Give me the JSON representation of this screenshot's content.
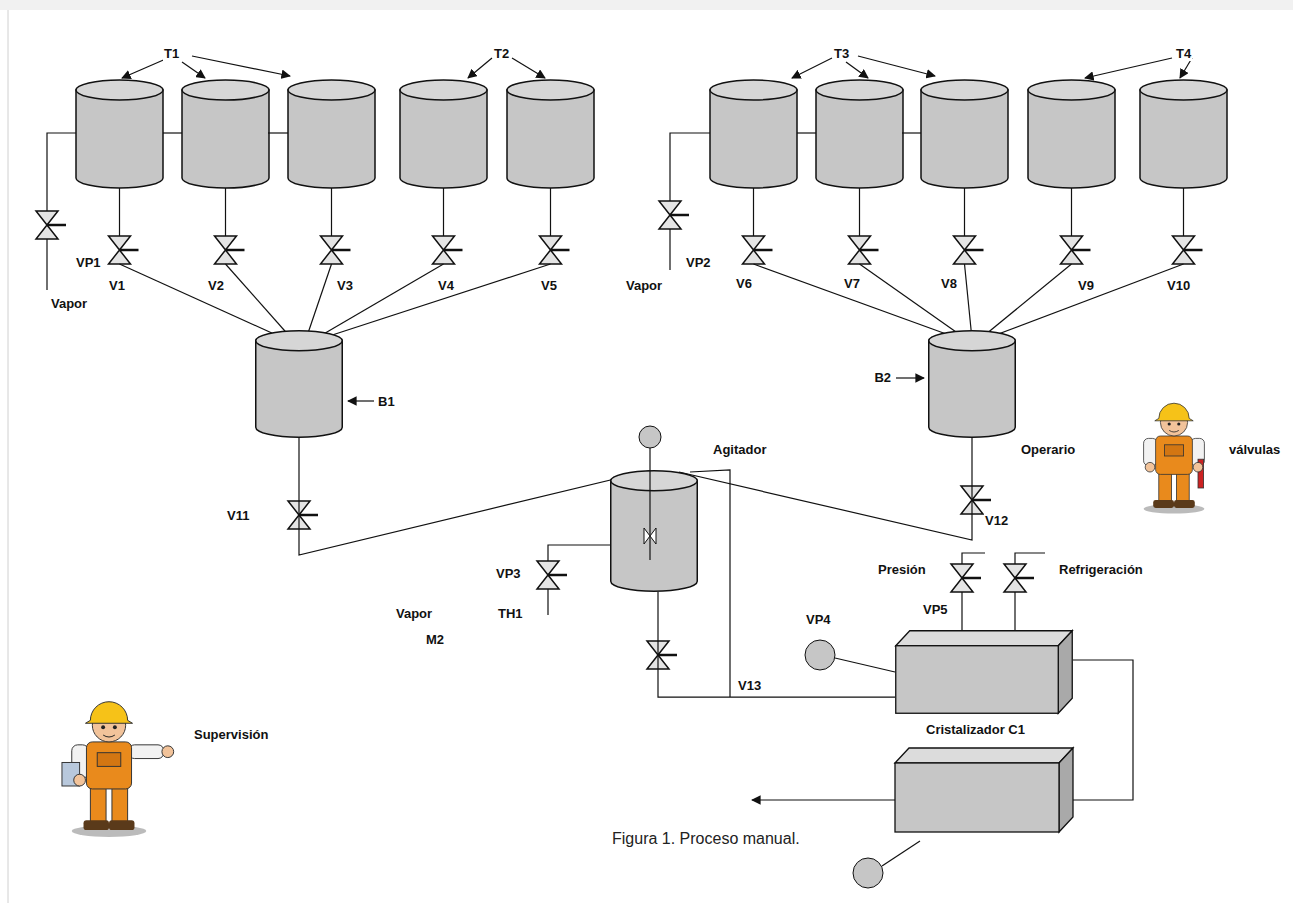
{
  "diagram": {
    "caption": "Figura 1. Proceso manual.",
    "nodes": [
      {
        "text": [
          "B1"
        ]
      },
      {
        "text": [
          "B2"
        ]
      },
      {
        "text": [
          "Agitador"
        ]
      },
      {
        "text": [
          "Cristalizador C1"
        ]
      }
    ],
    "edges": [
      {
        "from": 0,
        "to": 2,
        "arrow": "none"
      },
      {
        "from": 1,
        "to": 2,
        "arrow": "none"
      },
      {
        "from": 2,
        "to": 3,
        "arrow": "none"
      }
    ],
    "labels": [
      "T1",
      "T2",
      "T3",
      "T4",
      "VP1",
      "V1",
      "V2",
      "V3",
      "V4",
      "V5",
      "Vapor",
      "Vapor",
      "VP2",
      "V6",
      "V7",
      "V8",
      "V9",
      "V10",
      "V11",
      "V12",
      "Operario",
      "válvulas",
      "VP3",
      "TH1",
      "Vapor",
      "M2",
      "Presión",
      "Refrigeración",
      "VP4",
      "VP5",
      "V13",
      "Supervisión"
    ]
  }
}
